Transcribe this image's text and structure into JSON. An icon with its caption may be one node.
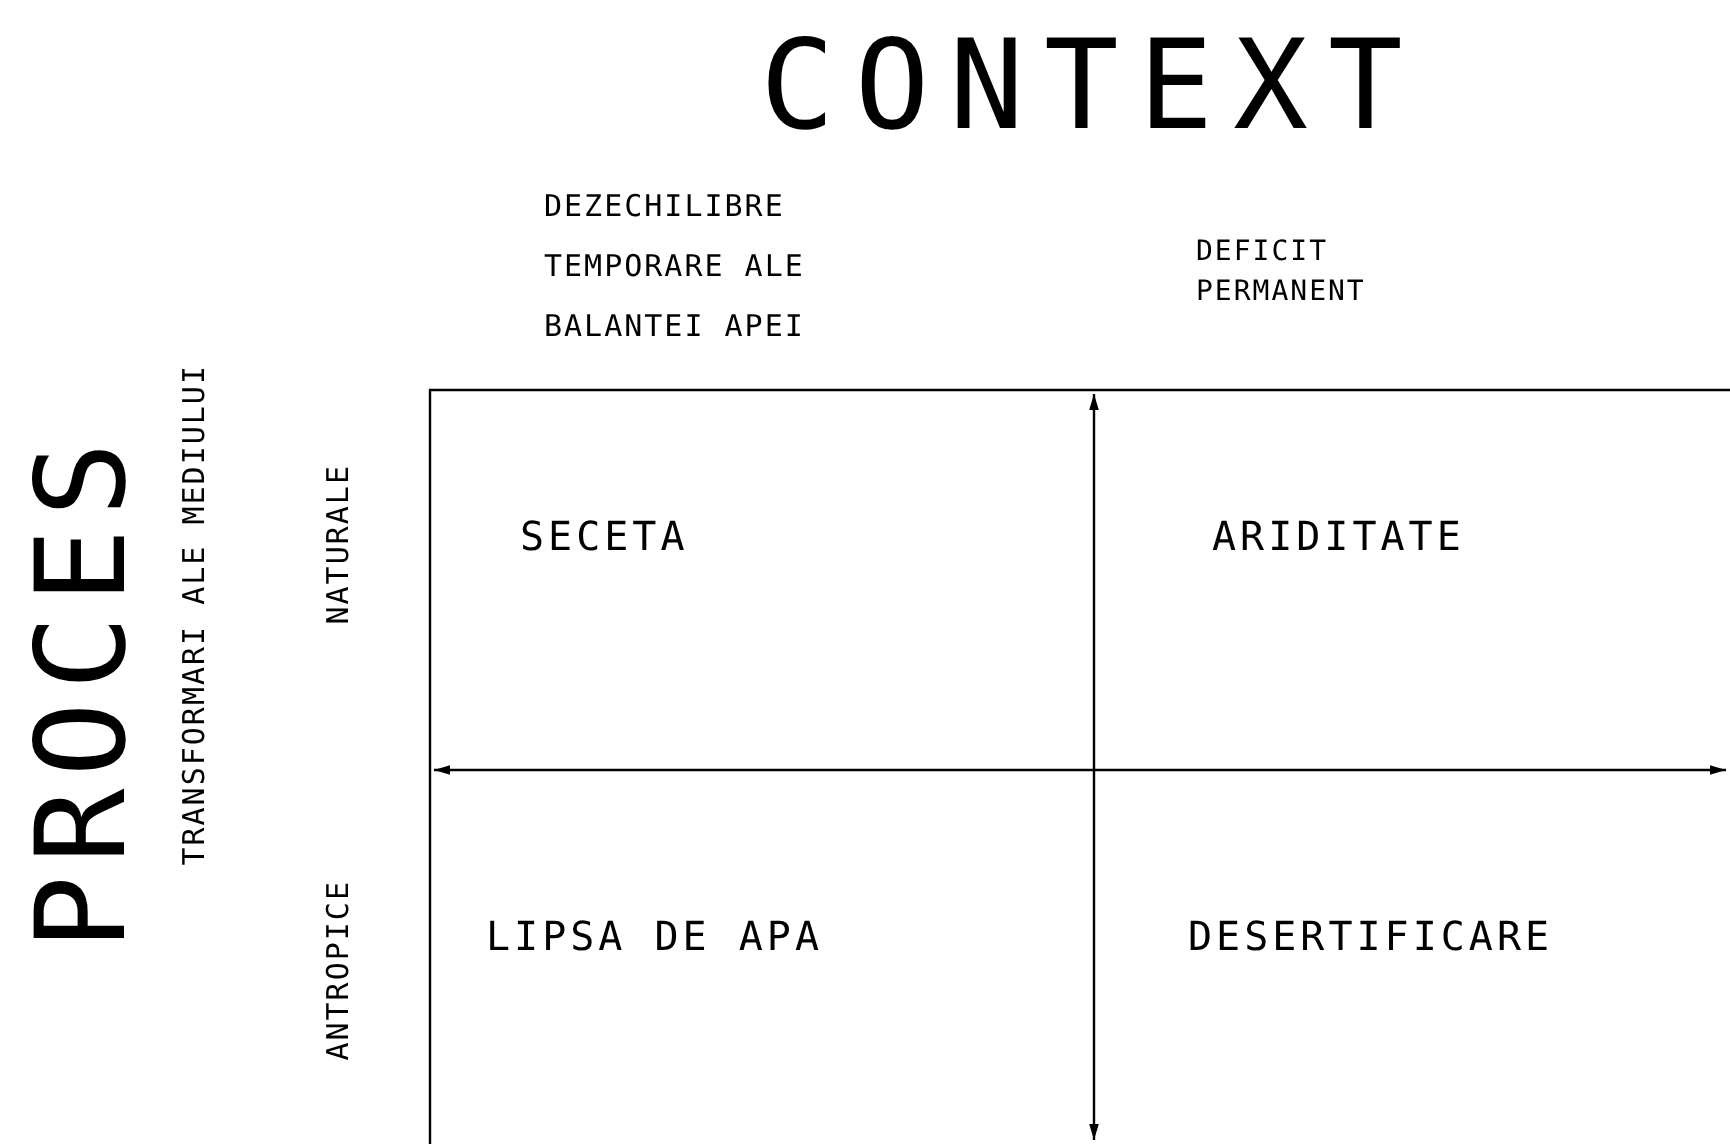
{
  "diagram": {
    "title": "CONTEXT",
    "labels": [
      "DEZECHILIBRE TEMPORARE ALE BALANTEI APEI",
      "DEFICIT PERMANENT",
      "PROCES",
      "TRANSFORMARI ALE MEDIULUI",
      "NATURALE",
      "SECETA",
      "ARIDITATE",
      "ANTROPICE",
      "LIPSA DE APA",
      "DESERTIFICARE"
    ]
  }
}
